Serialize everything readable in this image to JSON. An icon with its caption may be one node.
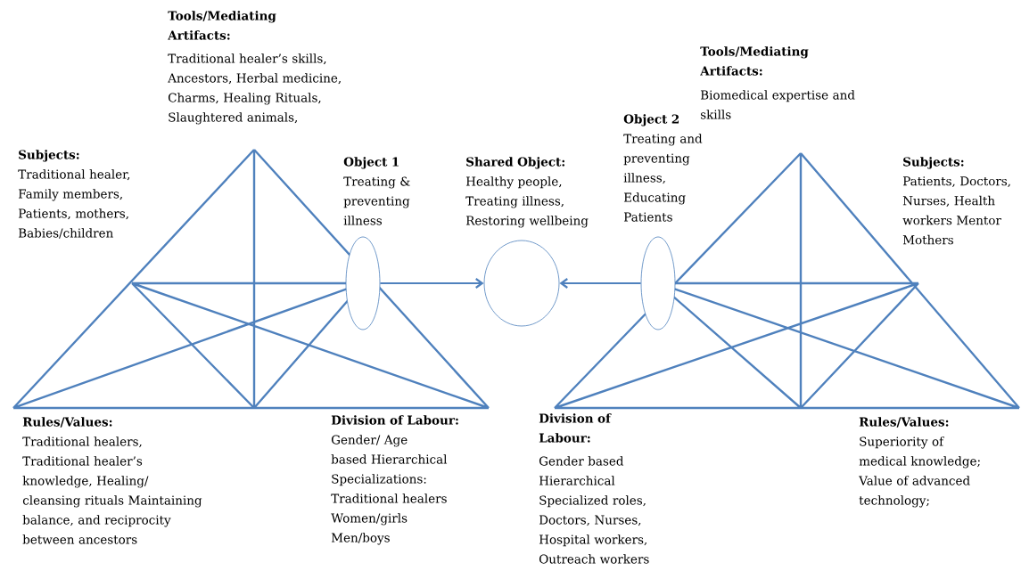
{
  "diagram": {
    "nodes": [
      {
        "text": [
          "Object 1",
          "Treating & preventing illness"
        ]
      },
      {
        "text": [
          "Shared Object:",
          "Healthy people, Treating illness, Restoring wellbeing"
        ]
      },
      {
        "text": [
          "Object 2",
          "Treating and preventing illness, Educating Patients"
        ]
      }
    ],
    "edges": [
      {
        "from": 0,
        "to": 1,
        "arrow": "to"
      },
      {
        "from": 2,
        "to": 1,
        "arrow": "to"
      }
    ],
    "labels": [
      "Tools/Mediating Artifacts:",
      "Traditional healer’s skills, Ancestors, Herbal medicine, Charms, Healing Rituals, Slaughtered animals,",
      "Tools/Mediating Artifacts:",
      "Biomedical expertise and skills",
      "Subjects:",
      "Traditional healer, Family members, Patients, mothers, Babies/children",
      "Subjects:",
      "Patients, Doctors, Nurses, Health workers Mentor Mothers",
      "Rules/Values:",
      "Traditional healers, Traditional healer’s knowledge, Healing/ cleansing rituals Maintaining balance, and reciprocity between ancestors",
      "**Division of Labour:** Gender/ Age based Hierarchical Specializations: Traditional healers Women/girls Men/boys",
      "Division of Labour:",
      "Gender based Hierarchical Specialized roles, Doctors, Nurses, Hospital workers, Outreach workers",
      "Rules/Values:",
      "Superiority of medical knowledge; Value of advanced technology;"
    ]
  }
}
